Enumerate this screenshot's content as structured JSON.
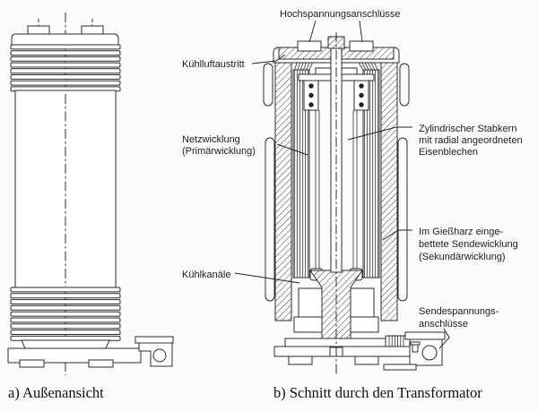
{
  "diagram": {
    "title_semantic": "Resin-encapsulated transformer figure",
    "labels": {
      "hochspannungsanschluesse": "Hochspannungsanschlüsse",
      "kuehlluftaustritt": "Kühlluftaustritt",
      "netzwicklung": [
        "Netzwicklung",
        "(Primärwicklung)"
      ],
      "stabkern": [
        "Zylindrischer Stabkern",
        "mit radial angeordneten",
        "Eisenblechen"
      ],
      "sendewicklung": [
        "Im Gießharz einge-",
        "bettete Sendewicklung",
        "(Sekundärwicklung)"
      ],
      "kuehlkanaele": "Kühlkanäle",
      "sendespannungsanschluesse": [
        "Sendespannungs-",
        "anschlüsse"
      ]
    },
    "captions": {
      "a": "a) Außenansicht",
      "b": "b) Schnitt durch den Transformator"
    },
    "colors": {
      "line": "#2b2b2b",
      "background": "#fcfcfa",
      "text": "#1c1c1c"
    }
  }
}
